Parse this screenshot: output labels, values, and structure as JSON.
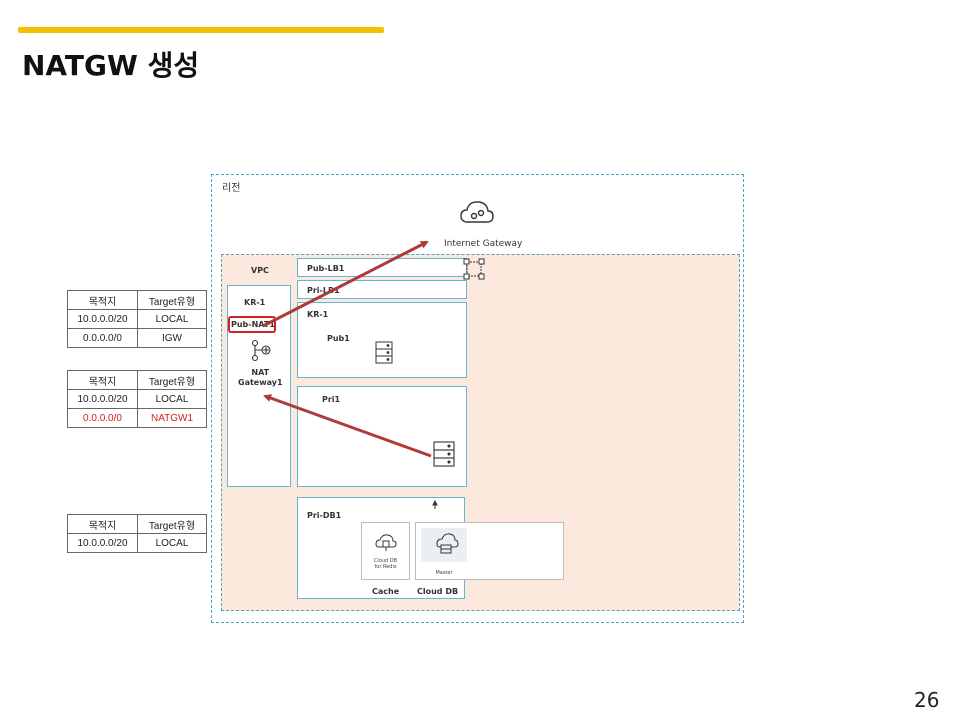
{
  "header": {
    "title": "NATGW 생성",
    "accent_color": "#f5c000"
  },
  "page_number": "26",
  "diagram": {
    "region_label": "리전",
    "internet_gateway_label": "Internet Gateway",
    "vpc_label": "VPC",
    "kr1_left_label": "KR-1",
    "pub_nat_label": "Pub-NAT1",
    "nat_gateway_label_line1": "NAT",
    "nat_gateway_label_line2": "Gateway1",
    "pub_lb_label": "Pub-LB1",
    "pri_lb_label": "Pri-LB1",
    "kr1_right_label": "KR-1",
    "pub1_label": "Pub1",
    "pri1_label": "Pri1",
    "pri_db_label": "Pri-DB1",
    "redis_label_line1": "Cloud DB",
    "redis_label_line2": "for Redis",
    "master_label": "Master",
    "cache_label": "Cache",
    "clouddb_label": "Cloud DB",
    "arrow_color": "#b03a3a",
    "highlight_color": "#d42020"
  },
  "route_tables": [
    {
      "headers": [
        "목적지",
        "Target유형"
      ],
      "rows": [
        [
          "10.0.0.0/20",
          "LOCAL"
        ],
        [
          "0.0.0.0/0",
          "IGW"
        ]
      ]
    },
    {
      "headers": [
        "목적지",
        "Target유형"
      ],
      "rows": [
        [
          "10.0.0.0/20",
          "LOCAL"
        ],
        [
          "0.0.0.0/0",
          "NATGW1"
        ]
      ],
      "highlighted_row": 1
    },
    {
      "headers": [
        "목적지",
        "Target유형"
      ],
      "rows": [
        [
          "10.0.0.0/20",
          "LOCAL"
        ]
      ]
    }
  ]
}
